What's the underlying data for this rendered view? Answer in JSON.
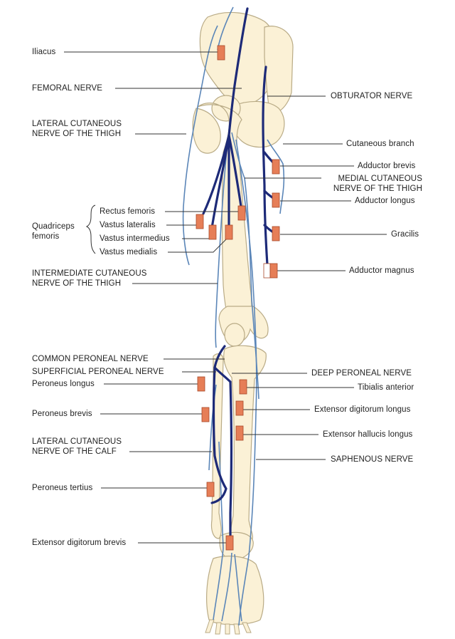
{
  "diagram": {
    "colors": {
      "bone_fill": "#fbf1d6",
      "bone_stroke": "#b9ab86",
      "nerve_dark": "#1d2a78",
      "nerve_light": "#5b86b8",
      "muscle_marker": "#e67e57",
      "marker_stroke": "#a8492a",
      "leader": "#333333"
    },
    "labels": {
      "iliacus": "Iliacus",
      "femoral_nerve": "FEMORAL NERVE",
      "lateral_cutaneous_thigh": "LATERAL CUTANEOUS\nNERVE OF THE THIGH",
      "quadriceps_femoris": "Quadriceps\nfemoris",
      "rectus_femoris": "Rectus femoris",
      "vastus_lateralis": "Vastus lateralis",
      "vastus_intermedius": "Vastus intermedius",
      "vastus_medialis": "Vastus medialis",
      "intermediate_cutaneous_thigh": "INTERMEDIATE CUTANEOUS\nNERVE OF THE THIGH",
      "common_peroneal_nerve": "COMMON PERONEAL NERVE",
      "superficial_peroneal_nerve": "SUPERFICIAL PERONEAL NERVE",
      "peroneus_longus": "Peroneus longus",
      "peroneus_brevis": "Peroneus brevis",
      "lateral_cutaneous_calf": "LATERAL CUTANEOUS\nNERVE OF THE CALF",
      "peroneus_tertius": "Peroneus tertius",
      "extensor_digitorum_brevis": "Extensor digitorum brevis",
      "obturator_nerve": "OBTURATOR NERVE",
      "cutaneous_branch": "Cutaneous branch",
      "adductor_brevis": "Adductor brevis",
      "medial_cutaneous_thigh": "MEDIAL CUTANEOUS\nNERVE OF THE THIGH",
      "adductor_longus": "Adductor longus",
      "gracilis": "Gracilis",
      "adductor_magnus": "Adductor magnus",
      "deep_peroneal_nerve": "DEEP PERONEAL NERVE",
      "tibialis_anterior": "Tibialis anterior",
      "extensor_digitorum_longus": "Extensor digitorum longus",
      "extensor_hallucis_longus": "Extensor hallucis longus",
      "saphenous_nerve": "SAPHENOUS NERVE"
    }
  }
}
